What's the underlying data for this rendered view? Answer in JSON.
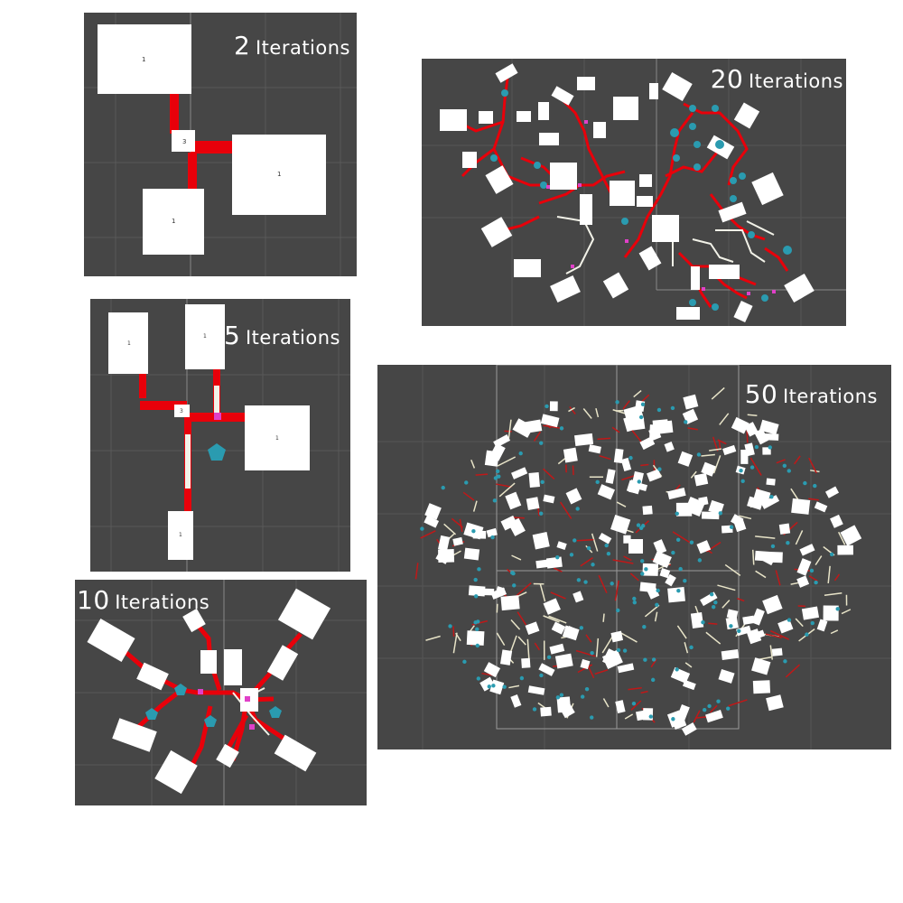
{
  "panels": [
    {
      "id": "p2",
      "number": "2",
      "word": "Iterations"
    },
    {
      "id": "p5",
      "number": "5",
      "word": "Iterations"
    },
    {
      "id": "p10",
      "number": "10",
      "word": "Iterations"
    },
    {
      "id": "p20",
      "number": "20",
      "word": "Iterations"
    },
    {
      "id": "p50",
      "number": "50",
      "word": "Iterations"
    }
  ],
  "colors": {
    "background": "#464646",
    "grid": "#5a5a5a",
    "room": "#ffffff",
    "corridor": "#e8000a",
    "junction": "#e040c8",
    "hub": "#2a9bb0"
  }
}
